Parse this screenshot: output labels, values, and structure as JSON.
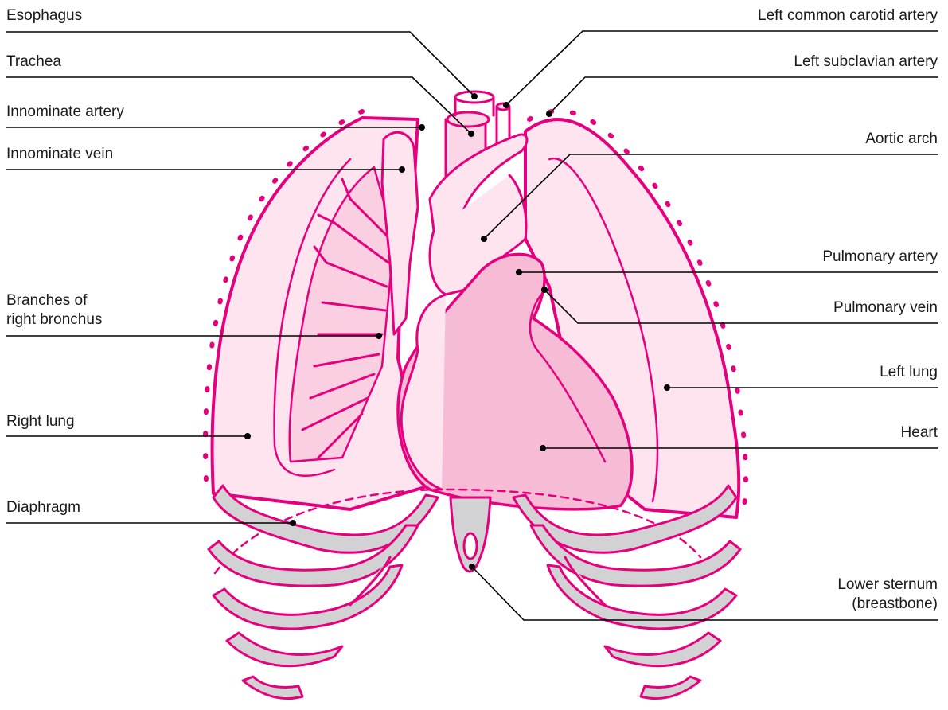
{
  "labels_left": [
    {
      "id": "esophagus",
      "text": "Esophagus"
    },
    {
      "id": "trachea",
      "text": "Trachea"
    },
    {
      "id": "innominate-artery",
      "text": "Innominate artery"
    },
    {
      "id": "innominate-vein",
      "text": "Innominate vein"
    },
    {
      "id": "branches-right-bronchus",
      "line1": "Branches of",
      "line2": "right bronchus"
    },
    {
      "id": "right-lung",
      "text": "Right lung"
    },
    {
      "id": "diaphragm",
      "text": "Diaphragm"
    }
  ],
  "labels_right": [
    {
      "id": "left-common-carotid-artery",
      "text": "Left common carotid artery"
    },
    {
      "id": "left-subclavian-artery",
      "text": "Left subclavian artery"
    },
    {
      "id": "aortic-arch",
      "text": "Aortic arch"
    },
    {
      "id": "pulmonary-artery",
      "text": "Pulmonary artery"
    },
    {
      "id": "pulmonary-vein",
      "text": "Pulmonary vein"
    },
    {
      "id": "left-lung",
      "text": "Left lung"
    },
    {
      "id": "heart",
      "text": "Heart"
    },
    {
      "id": "lower-sternum",
      "line1": "Lower sternum",
      "line2": "(breastbone)"
    }
  ],
  "colors": {
    "outline": "#e6007e",
    "lung_fill": "#fde4ef",
    "heart_fill": "#f6bcd6",
    "vessel_fill": "#fbd6e6",
    "bone_fill": "#d2d2d4",
    "leader": "#000000"
  }
}
